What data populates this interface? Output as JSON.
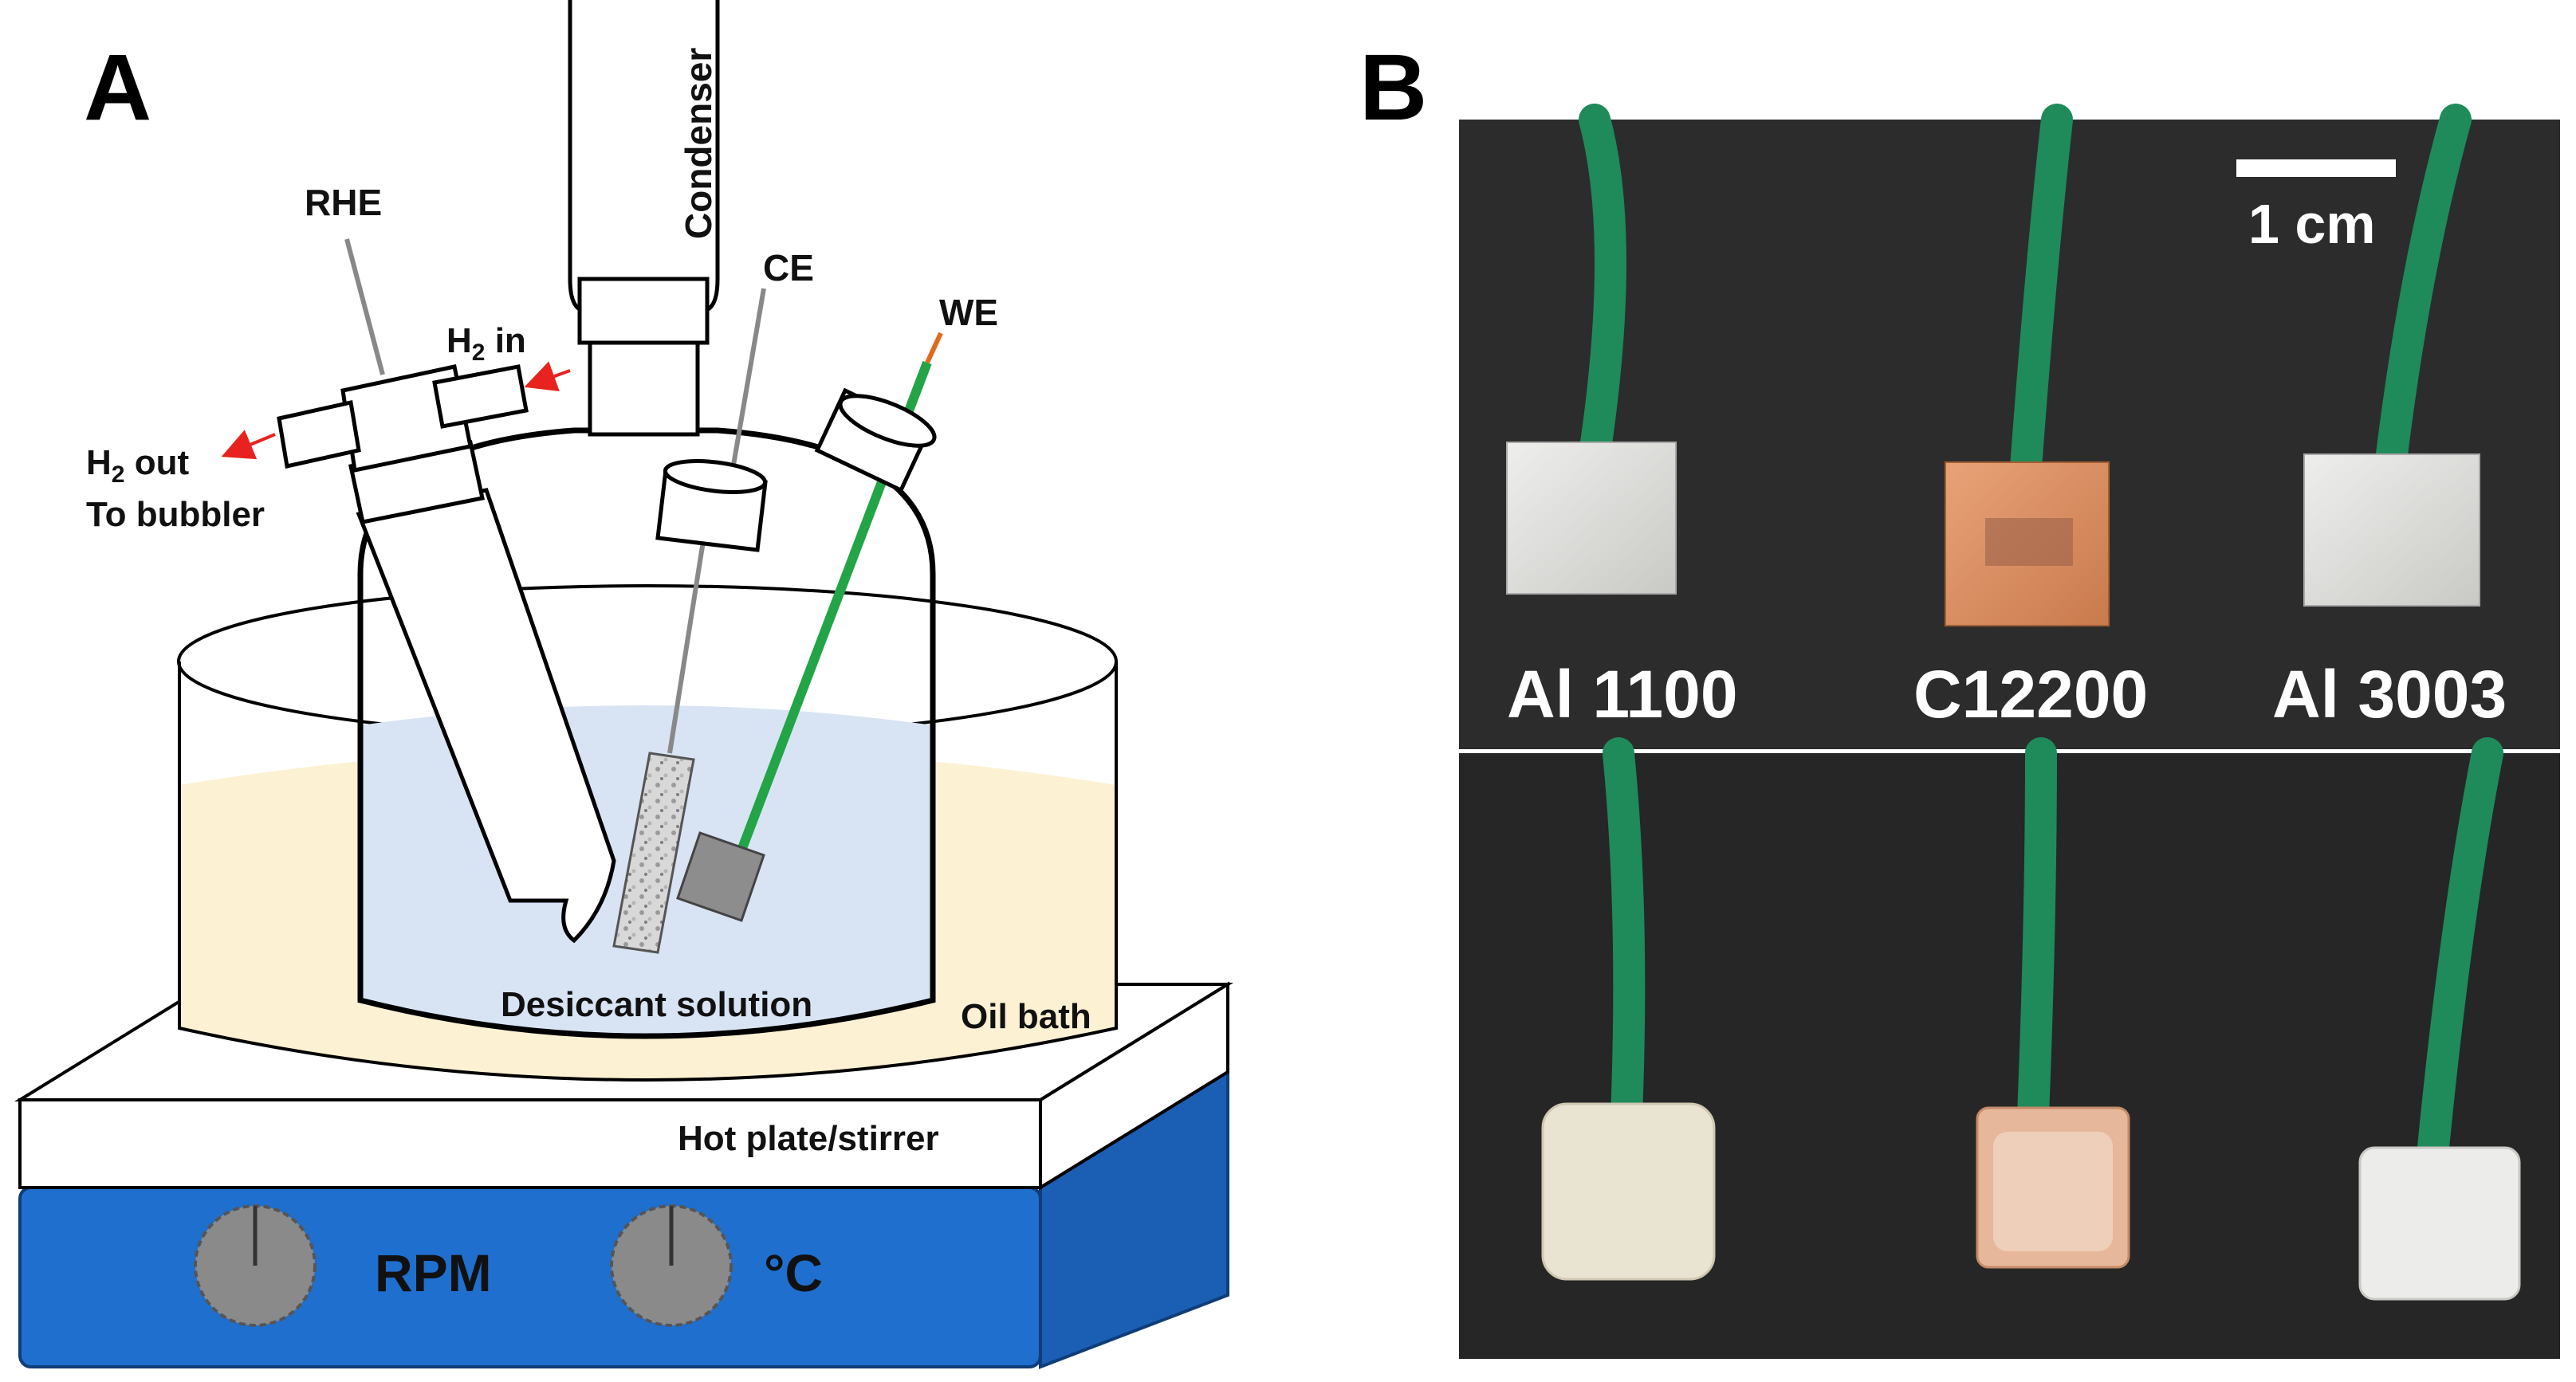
{
  "panel_a": {
    "letter": "A",
    "labels": {
      "condenser": "Condenser",
      "rhe": "RHE",
      "ce": "CE",
      "we": "WE",
      "h2_in_main": "H",
      "h2_in_sub": "2",
      "h2_in_rest": " in",
      "h2_out_main": "H",
      "h2_out_sub": "2",
      "h2_out_rest": " out",
      "to_bubbler": "To bubbler",
      "desiccant": "Desiccant solution",
      "oil_bath": "Oil bath",
      "hot_plate": "Hot plate/stirrer",
      "rpm": "RPM",
      "celsius": "°C"
    },
    "colors": {
      "oil": "#fdf1d3",
      "solution": "#d8e4f4",
      "stirrer_blue": "#1f6fcf",
      "knob": "#8a8a8a",
      "we_rod": "#22a447",
      "arrow": "#e8231f"
    }
  },
  "panel_b": {
    "letter": "B",
    "scale_bar": "1 cm",
    "samples": [
      "Al 1100",
      "C12200",
      "Al 3003"
    ],
    "colors": {
      "background": "#2c2c2c",
      "wire": "#1f8a5a",
      "aluminum": "#d9d9d6",
      "copper": "#d98a5a",
      "coating": "#e9e3d2"
    }
  }
}
